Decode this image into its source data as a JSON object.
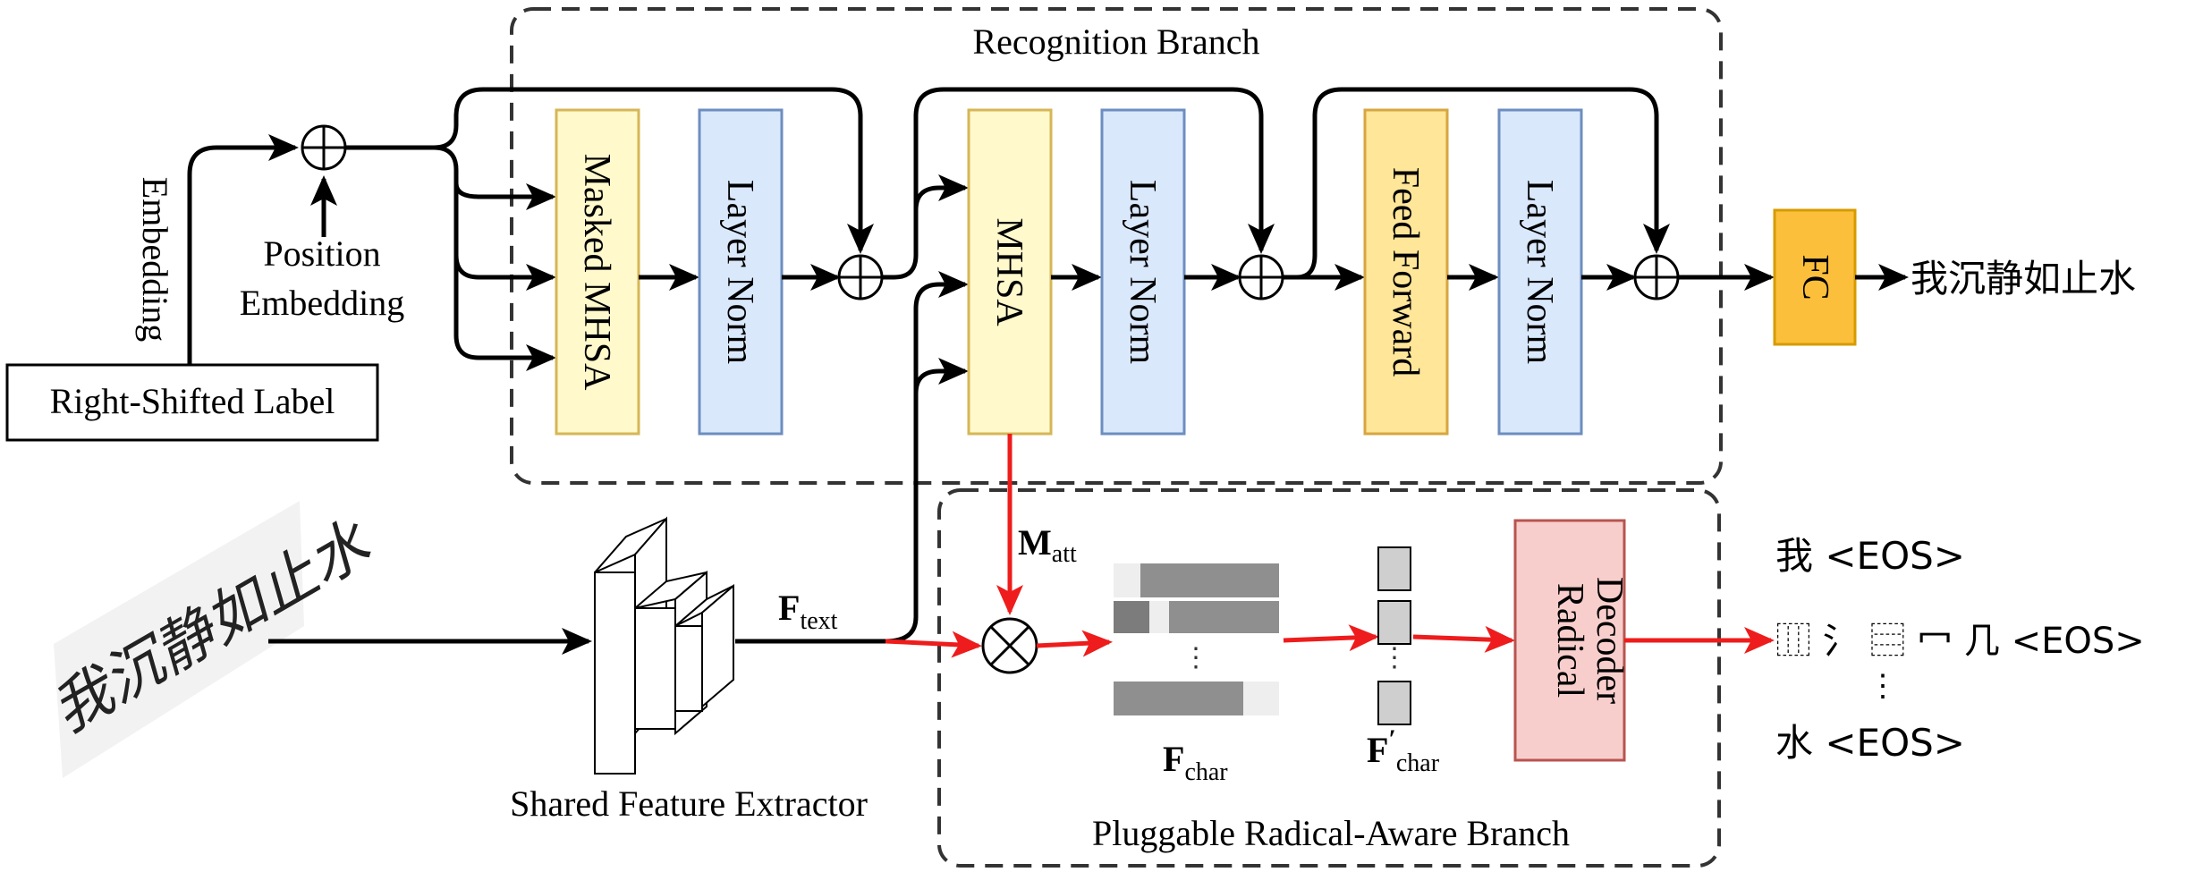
{
  "branches": {
    "recognition": "Recognition Branch",
    "radical": "Pluggable Radical-Aware Branch"
  },
  "inputs": {
    "right_shifted_label": "Right-Shifted Label",
    "embedding": "Embedding",
    "position_embedding_line1": "Position",
    "position_embedding_line2": "Embedding"
  },
  "blocks": {
    "masked_mhsa": "Masked MHSA",
    "layer_norm": "Layer Norm",
    "mhsa": "MHSA",
    "feed_forward": "Feed Forward",
    "fc": "FC",
    "radical_decoder_line1": "Radical",
    "radical_decoder_line2": "Decoder",
    "shared_feature_extractor": "Shared Feature Extractor"
  },
  "symbols": {
    "m_att_main": "M",
    "m_att_sub": "att",
    "f_text_main": "F",
    "f_text_sub": "text",
    "f_char_main": "F",
    "f_char_sub": "char",
    "f_char_prime_main": "F",
    "f_char_prime_mark": "′",
    "f_char_prime_sub": "char",
    "dots": "⋮"
  },
  "handwriting_sample": "我沉静如止水",
  "outputs": {
    "recognition": "我沉静如止水",
    "radical_line1": "我 <EOS>",
    "radical_line2_chars": "⿲ 氵 ⿳ 冖 几 <EOS>",
    "radical_line_dots": "⋮",
    "radical_line3": "水 <EOS>"
  },
  "colors": {
    "masked_mhsa_fill": "#fff9cc",
    "masked_mhsa_stroke": "#d6b656",
    "layer_norm_fill": "#dae8fc",
    "layer_norm_stroke": "#6c8ebf",
    "feed_forward_fill": "#ffe699",
    "feed_forward_stroke": "#d6a640",
    "fc_fill": "#fbbf3b",
    "fc_stroke": "#d79b00",
    "decoder_fill": "#f8cecc",
    "decoder_stroke": "#b85450",
    "red_arrow": "#ee1c1c"
  }
}
